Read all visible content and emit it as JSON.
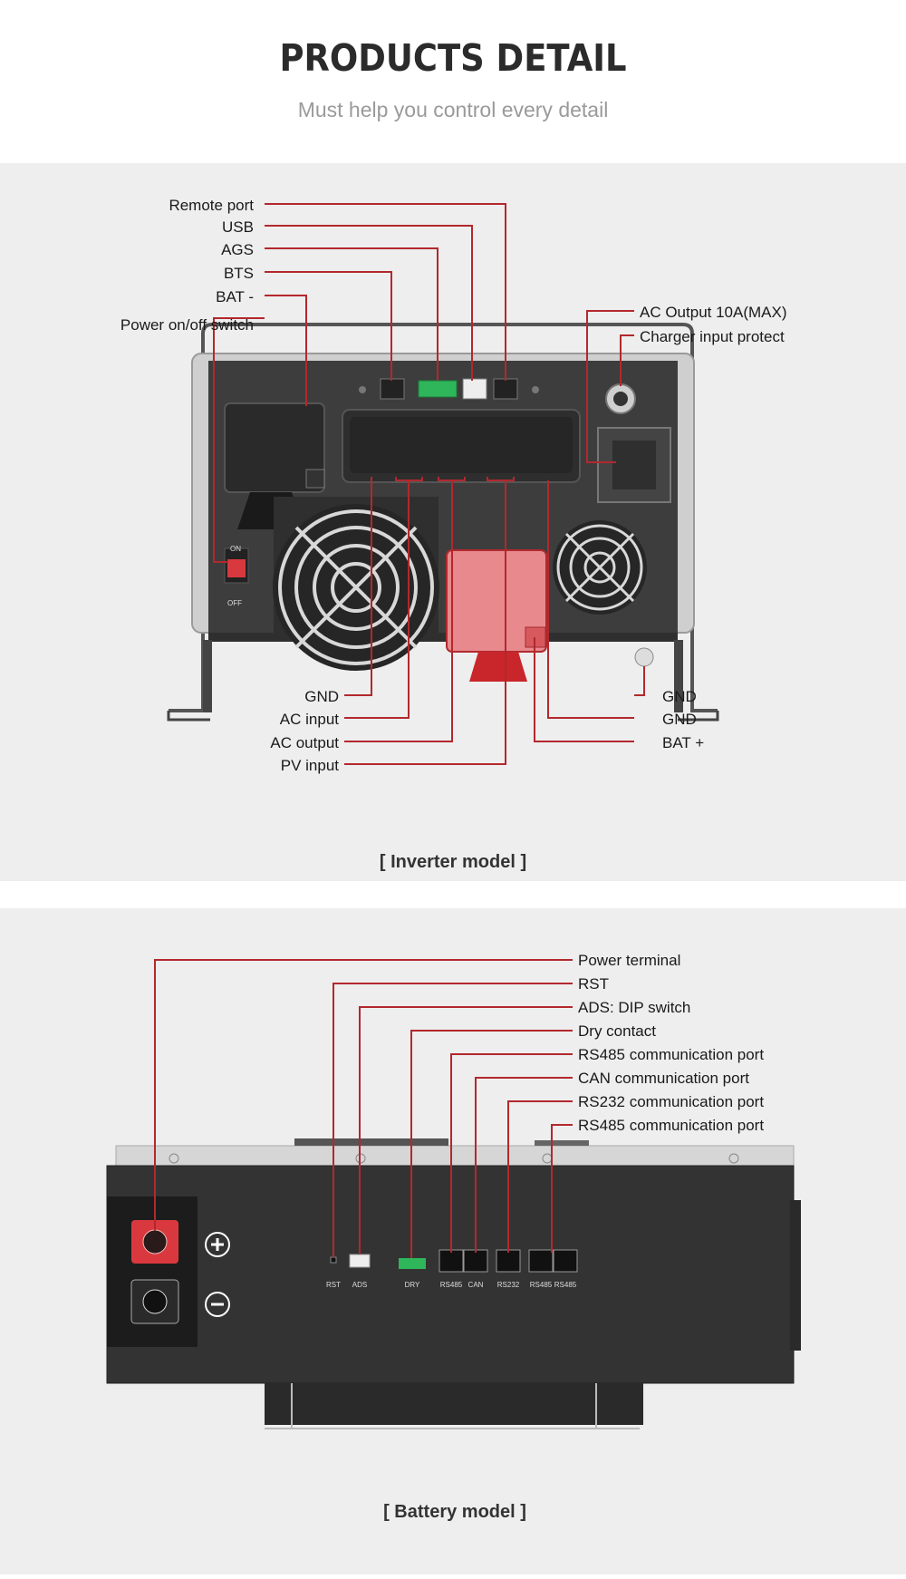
{
  "header": {
    "title": "PRODUCTS DETAIL",
    "subtitle": "Must help you control every detail"
  },
  "inverter": {
    "caption": "[ Inverter model ]",
    "labels": {
      "remote_port": "Remote port",
      "usb": "USB",
      "ags": "AGS",
      "bts": "BTS",
      "bat_minus": "BAT -",
      "power_switch": "Power on/off switch",
      "ac_output_10a": "AC Output 10A(MAX)",
      "charger_protect": "Charger input protect",
      "gnd_left": "GND",
      "ac_input": "AC input",
      "ac_output": "AC output",
      "pv_input": "PV input",
      "gnd_right_1": "GND",
      "gnd_right_2": "GND",
      "bat_plus": "BAT +"
    },
    "device_text": {
      "on": "ON",
      "off": "OFF"
    }
  },
  "battery": {
    "caption": "[ Battery model ]",
    "labels": {
      "power_terminal": "Power terminal",
      "rst": "RST",
      "ads": "ADS: DIP switch",
      "dry": "Dry contact",
      "rs485_a": "RS485 communication port",
      "can": "CAN communication port",
      "rs232": "RS232 communication port",
      "rs485_b": "RS485 communication port"
    },
    "port_text": {
      "rst": "RST",
      "ads": "ADS",
      "dry": "DRY",
      "rs485_1": "RS485",
      "can": "CAN",
      "rs232": "RS232",
      "rs485_2": "RS485",
      "rs485_3": "RS485"
    }
  },
  "colors": {
    "leader_line": "#b3282d",
    "panel_bg": "#eeeeee",
    "device_body": "#3a3a3a",
    "terminal_red": "#d9393e"
  }
}
